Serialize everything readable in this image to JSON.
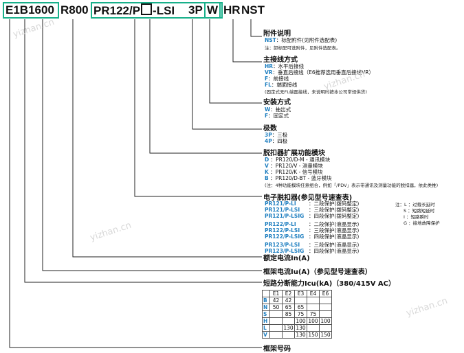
{
  "code": {
    "segments": [
      "E1",
      "B",
      "1600",
      "R800",
      "PR122/P",
      "-LSI",
      "3P",
      "W",
      "HR",
      "NST"
    ]
  },
  "sections": {
    "nst": {
      "title": "附件说明",
      "rows": [
        {
          "code": "NST",
          "desc": "：标配附件(见附件选配表)"
        },
        {
          "code": "",
          "desc": "注：卸标配可选附件，见附件选配表。"
        }
      ]
    },
    "terminal": {
      "title": "主接线方式",
      "rows": [
        {
          "code": "HR",
          "desc": "：水平后接线"
        },
        {
          "code": "VR",
          "desc": "：垂直后接线（E6推荐选用垂直后接线VR）"
        },
        {
          "code": "F",
          "desc": "：前接线"
        },
        {
          "code": "FL",
          "desc": "：端面接线"
        }
      ],
      "note": "(固定式无FL端面接线，未说明时按本公司常规供货)"
    },
    "install": {
      "title": "安装方式",
      "rows": [
        {
          "code": "W",
          "desc": "：抽出式"
        },
        {
          "code": "F",
          "desc": "：固定式"
        }
      ]
    },
    "poles": {
      "title": "极数",
      "rows": [
        {
          "code": "3P",
          "desc": "：三极"
        },
        {
          "code": "4P",
          "desc": "：四极"
        }
      ]
    },
    "module": {
      "title": "脱扣器扩展功能模块",
      "rows": [
        {
          "code": "D",
          "desc": "：PR120/D-M - 通讯模块"
        },
        {
          "code": "V",
          "desc": "：PR120/V - 测量模块"
        },
        {
          "code": "K",
          "desc": "：PR120/K - 信号模块"
        },
        {
          "code": "B",
          "desc": "：PR120/D-BT - 蓝牙模块"
        }
      ],
      "note": "(注：4种功能模块任意组合，例如「/PDV」表示带通讯及测量功能的脱扣器，依此类推)"
    },
    "release": {
      "title": "电子脱扣器(参见型号速查表)",
      "rows": [
        {
          "code": "PR121/P-LI",
          "desc": "：二段保护(拨码整定)"
        },
        {
          "code": "PR121/P-LSI",
          "desc": "：三段保护(拨码整定)"
        },
        {
          "code": "PR121/P-LSIG",
          "desc": "：四段保护(拨码整定)"
        },
        {
          "code": "PR122/P-LI",
          "desc": "：二段保护(液晶显示)"
        },
        {
          "code": "PR122/P-LSI",
          "desc": "：三段保护(液晶显示)"
        },
        {
          "code": "PR122/P-LSIG",
          "desc": "：四段保护(液晶显示)"
        },
        {
          "code": "PR123/P-LSI",
          "desc": "：三段保护(液晶显示)"
        },
        {
          "code": "PR123/P-LSIG",
          "desc": "：四段保护(液晶显示)"
        }
      ],
      "legend": [
        "注：L ：过载长延时",
        "S ：短路短延时",
        "I ：短路瞬时",
        "G ：接地故障保护"
      ]
    },
    "rated": {
      "title": "额定电流In(A)"
    },
    "frame": {
      "title": "框架电流Iu(A)（参见型号速查表）"
    },
    "breaking": {
      "title": "短路分断能力Icu(kA)（380/415V AC）",
      "table": {
        "header": [
          "",
          "E1",
          "E2",
          "E3",
          "E4",
          "E6"
        ],
        "rows": [
          [
            "B",
            "42",
            "42",
            "",
            "",
            ""
          ],
          [
            "N",
            "50",
            "65",
            "65",
            "",
            ""
          ],
          [
            "S",
            "",
            "85",
            "75",
            "75",
            ""
          ],
          [
            "H",
            "",
            "",
            "100",
            "100",
            "100"
          ],
          [
            "L",
            "",
            "130",
            "130",
            "",
            ""
          ],
          [
            "V",
            "",
            "",
            "130",
            "150",
            "150"
          ]
        ]
      }
    },
    "model": {
      "title": "框架号码"
    }
  },
  "watermarks": [
    "yizhan.cn",
    "yizhan.cn",
    "yizhan.cn",
    "yizhan.cn"
  ],
  "colors": {
    "box": "#18b08a",
    "code_blue": "#1f7fc0",
    "line": "#222222"
  }
}
